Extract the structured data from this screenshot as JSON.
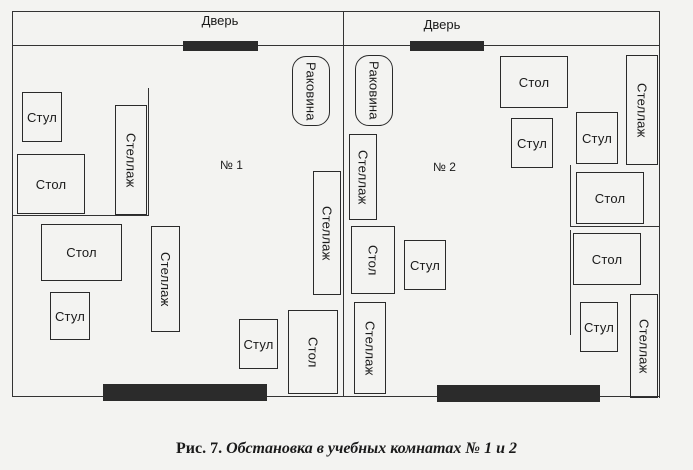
{
  "doors": {
    "room1": "Дверь",
    "room2": "Дверь"
  },
  "rooms": {
    "room1_label": "№ 1",
    "room2_label": "№ 2"
  },
  "room1": {
    "chair_1": "Стул",
    "table_1": "Стол",
    "shelf_1": "Стеллаж",
    "table_2": "Стол",
    "shelf_2": "Стеллаж",
    "chair_2": "Стул",
    "sink": "Раковина",
    "shelf_3": "Стеллаж",
    "chair_3": "Стул",
    "table_3": "Стол"
  },
  "room2": {
    "sink": "Раковина",
    "shelf_1": "Стеллаж",
    "table_1": "Стол",
    "shelf_2": "Стеллаж",
    "chair_1": "Стул",
    "table_2": "Стол",
    "chair_2": "Стул",
    "shelf_3": "Стеллаж",
    "chair_3": "Стул",
    "table_3": "Стол",
    "table_4": "Стол",
    "chair_4": "Стул",
    "shelf_4": "Стеллаж"
  },
  "caption": {
    "figure": "Рис. 7.",
    "title": "Обстановка в учебных комнатах № 1 и 2"
  }
}
